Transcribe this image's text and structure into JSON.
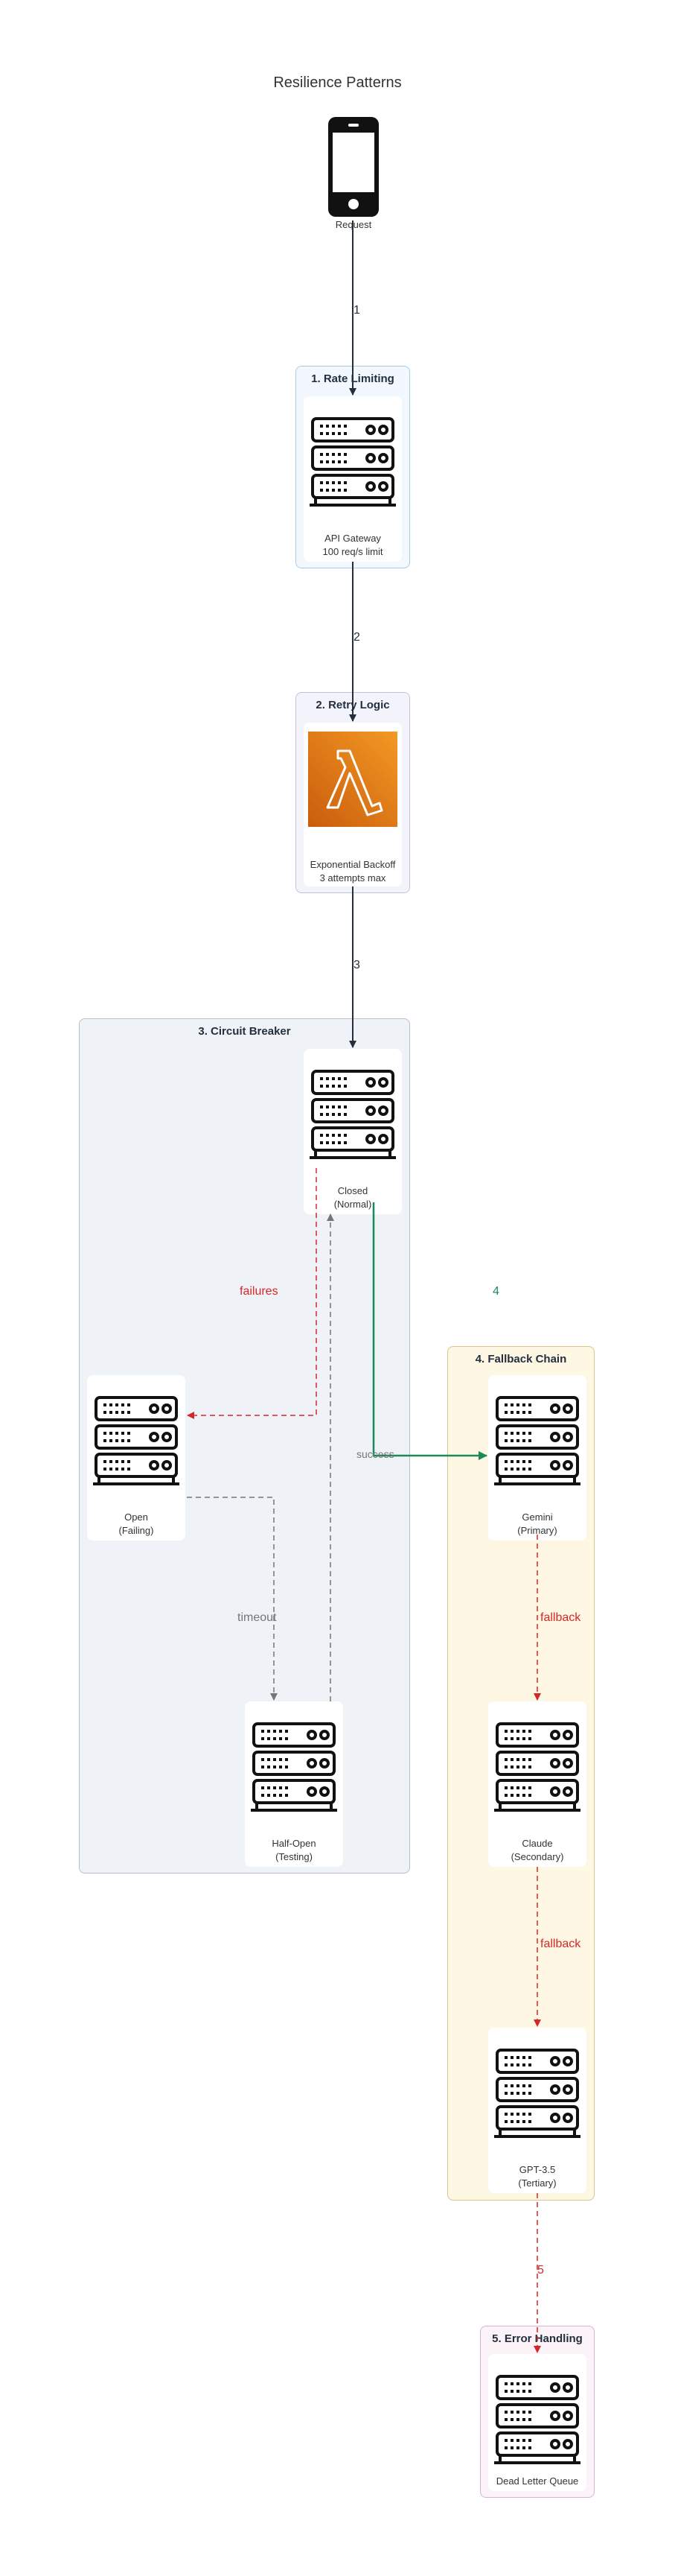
{
  "title": "Resilience Patterns",
  "request_label": "Request",
  "groups": {
    "rate": "1. Rate Limiting",
    "retry": "2. Retry Logic",
    "circuit": "3. Circuit Breaker",
    "fallback": "4. Fallback Chain",
    "error": "5. Error Handling"
  },
  "nodes": {
    "api_gateway": [
      "API Gateway",
      "100 req/s limit"
    ],
    "backoff": [
      "Exponential Backoff",
      "3 attempts max"
    ],
    "closed": [
      "Closed",
      "(Normal)"
    ],
    "open": [
      "Open",
      "(Failing)"
    ],
    "half_open": [
      "Half-Open",
      "(Testing)"
    ],
    "gemini": [
      "Gemini",
      "(Primary)"
    ],
    "claude": [
      "Claude",
      "(Secondary)"
    ],
    "gpt": [
      "GPT-3.5",
      "(Tertiary)"
    ],
    "dlq": [
      "Dead Letter Queue"
    ]
  },
  "edge_labels": {
    "step1": "1",
    "step2": "2",
    "step3": "3",
    "step4": "4",
    "step5": "5",
    "failures": "failures",
    "timeout": "timeout",
    "success": "success",
    "fallback1": "fallback",
    "fallback2": "fallback"
  },
  "colors": {
    "main_flow": "#232f3e",
    "failure": "#d62728",
    "timeout": "#757575",
    "success": "#1a8a5a",
    "lambda_orange": "#e8700d"
  },
  "icons": {
    "request": "mobile-phone-icon",
    "server": "server-rack-icon",
    "lambda": "aws-lambda-icon"
  }
}
